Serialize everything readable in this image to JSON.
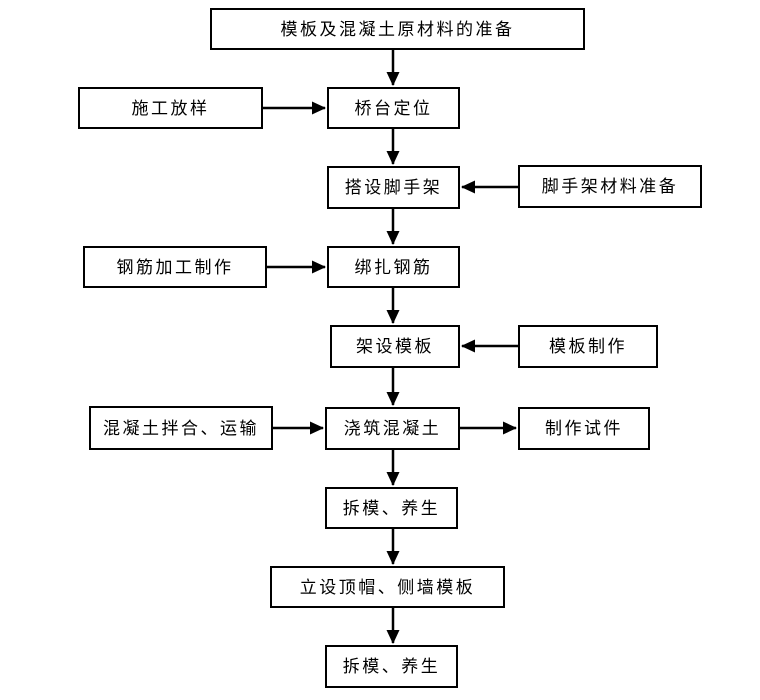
{
  "diagram": {
    "background_color": "#ffffff",
    "line_color": "#000000",
    "box_border_color": "#000000",
    "text_color": "#000000",
    "nodes": [
      {
        "id": "prep",
        "label": "模板及混凝土原材料的准备"
      },
      {
        "id": "survey",
        "label": "施工放样"
      },
      {
        "id": "abutment",
        "label": "桥台定位"
      },
      {
        "id": "scaffold",
        "label": "搭设脚手架"
      },
      {
        "id": "scaffold-material",
        "label": "脚手架材料准备"
      },
      {
        "id": "rebar-fab",
        "label": "钢筋加工制作"
      },
      {
        "id": "rebar-tie",
        "label": "绑扎钢筋"
      },
      {
        "id": "formwork-erect",
        "label": "架设模板"
      },
      {
        "id": "formwork-make",
        "label": "模板制作"
      },
      {
        "id": "concrete-mix",
        "label": "混凝土拌合、运输"
      },
      {
        "id": "concrete-pour",
        "label": "浇筑混凝土"
      },
      {
        "id": "test-specimen",
        "label": "制作试件"
      },
      {
        "id": "strip-cure-1",
        "label": "拆模、养生"
      },
      {
        "id": "cap-wall-form",
        "label": "立设顶帽、侧墙模板"
      },
      {
        "id": "strip-cure-2",
        "label": "拆模、养生"
      }
    ],
    "edges": [
      {
        "from": "prep",
        "to": "abutment",
        "direction": "down"
      },
      {
        "from": "survey",
        "to": "abutment",
        "direction": "right"
      },
      {
        "from": "abutment",
        "to": "scaffold",
        "direction": "down"
      },
      {
        "from": "scaffold-material",
        "to": "scaffold",
        "direction": "left"
      },
      {
        "from": "scaffold",
        "to": "rebar-tie",
        "direction": "down"
      },
      {
        "from": "rebar-fab",
        "to": "rebar-tie",
        "direction": "right"
      },
      {
        "from": "rebar-tie",
        "to": "formwork-erect",
        "direction": "down"
      },
      {
        "from": "formwork-make",
        "to": "formwork-erect",
        "direction": "left"
      },
      {
        "from": "formwork-erect",
        "to": "concrete-pour",
        "direction": "down"
      },
      {
        "from": "concrete-mix",
        "to": "concrete-pour",
        "direction": "right"
      },
      {
        "from": "concrete-pour",
        "to": "test-specimen",
        "direction": "right"
      },
      {
        "from": "concrete-pour",
        "to": "strip-cure-1",
        "direction": "down"
      },
      {
        "from": "strip-cure-1",
        "to": "cap-wall-form",
        "direction": "down"
      },
      {
        "from": "cap-wall-form",
        "to": "strip-cure-2",
        "direction": "down"
      }
    ]
  }
}
